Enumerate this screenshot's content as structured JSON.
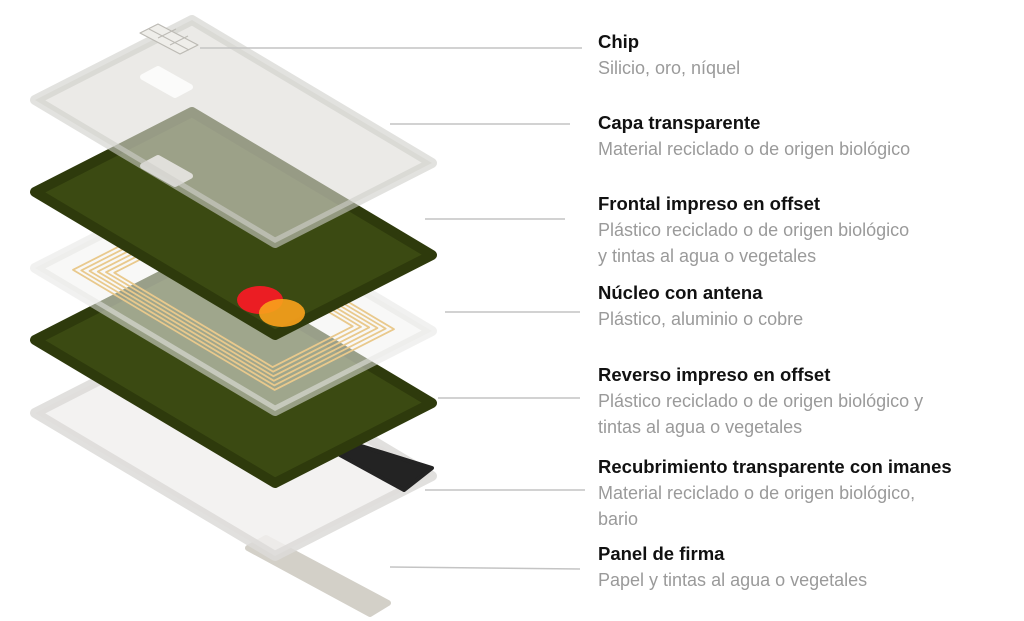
{
  "layers": [
    {
      "title": "Chip",
      "lines": [
        "Silicio, oro, níquel"
      ]
    },
    {
      "title": "Capa transparente",
      "lines": [
        "Material reciclado o de origen biológico"
      ]
    },
    {
      "title": "Frontal impreso en offset",
      "lines": [
        "Plástico reciclado o de origen biológico",
        "y tintas al agua o vegetales"
      ]
    },
    {
      "title": "Núcleo con antena",
      "lines": [
        "Plástico, aluminio o cobre"
      ]
    },
    {
      "title": "Reverso impreso en offset",
      "lines": [
        "Plástico reciclado o de origen biológico y",
        "tintas al agua o vegetales"
      ]
    },
    {
      "title": "Recubrimiento transparente con imanes",
      "lines": [
        "Material reciclado o de origen biológico,",
        "bario"
      ]
    },
    {
      "title": "Panel de firma",
      "lines": [
        "Papel y tintas al agua o vegetales"
      ]
    }
  ],
  "colors": {
    "card_green": "#3b4a12",
    "clear_layer": "#e6e5e1",
    "antenna": "#e9c98c",
    "mc_red": "#eb1d23",
    "mc_orange": "#f7a01b",
    "magstripe": "#232323",
    "signature": "#d3d0c8",
    "leader": "#c4c4c4"
  }
}
